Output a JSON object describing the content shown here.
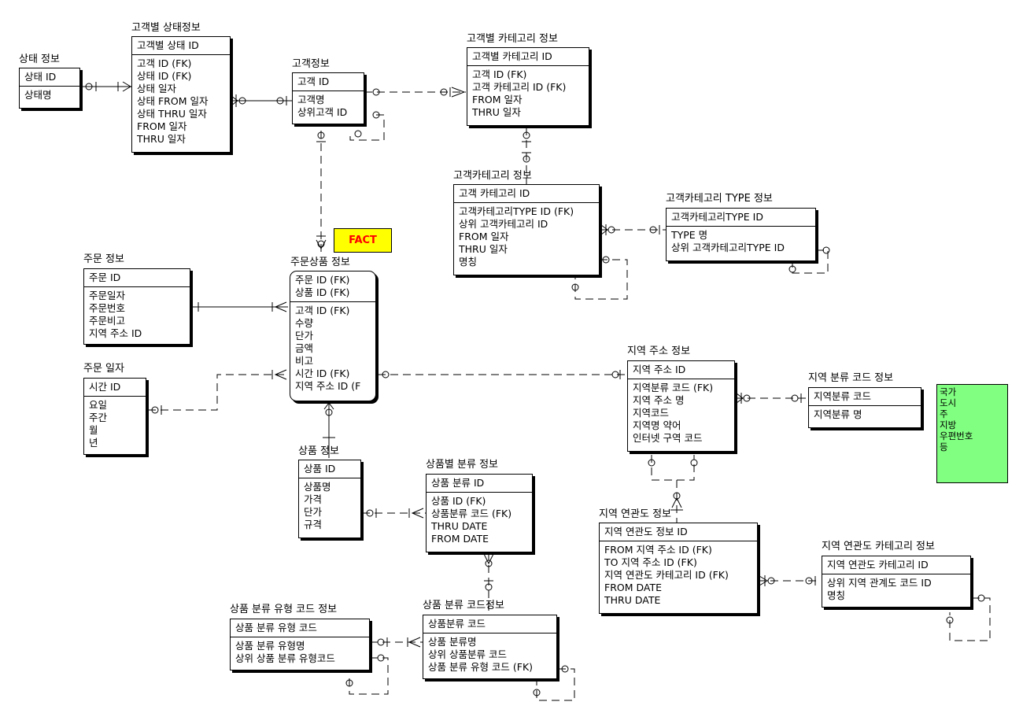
{
  "entities": [
    {
      "id": "status",
      "title": "상태 정보",
      "pk": [
        "상태 ID"
      ],
      "attrs": [
        "상태명"
      ]
    },
    {
      "id": "cust_status",
      "title": "고객별 상태정보",
      "pk": [
        "고객별 상태 ID"
      ],
      "attrs": [
        "고객 ID (FK)",
        "상태 ID (FK)",
        "상태 일자",
        "상태 FROM 일자",
        "상태 THRU 일자",
        "FROM 일자",
        "THRU 일자"
      ]
    },
    {
      "id": "customer",
      "title": "고객정보",
      "pk": [
        "고객 ID"
      ],
      "attrs": [
        "고객명",
        "상위고객 ID"
      ]
    },
    {
      "id": "cust_cat",
      "title": "고객별 카테고리 정보",
      "pk": [
        "고객별 카테고리 ID"
      ],
      "attrs": [
        "고객 ID (FK)",
        "고객 카테고리 ID (FK)",
        "FROM 일자",
        "THRU 일자"
      ]
    },
    {
      "id": "cat",
      "title": "고객카테고리 정보",
      "pk": [
        "고객 카테고리 ID"
      ],
      "attrs": [
        "고객카테고리TYPE ID (FK)",
        "상위 고객카테고리 ID",
        "FROM 일자",
        "THRU 일자",
        "명칭"
      ]
    },
    {
      "id": "cat_type",
      "title": "고객카테고리 TYPE 정보",
      "pk": [
        "고객카테고리TYPE ID"
      ],
      "attrs": [
        "TYPE 명",
        "상위 고객카테고리TYPE ID"
      ]
    },
    {
      "id": "order",
      "title": "주문 정보",
      "pk": [
        "주문 ID"
      ],
      "attrs": [
        "주문일자",
        "주문번호",
        "주문비고",
        "지역 주소 ID"
      ]
    },
    {
      "id": "order_prod",
      "title": "주문상품 정보",
      "pk": [
        "주문 ID (FK)",
        "상품 ID (FK)"
      ],
      "attrs": [
        "고객 ID (FK)",
        "수량",
        "단가",
        "금액",
        "비고",
        "시간 ID (FK)",
        "지역 주소 ID (F"
      ]
    },
    {
      "id": "order_date",
      "title": "주문 일자",
      "pk": [
        "시간 ID"
      ],
      "attrs": [
        "요일",
        "주간",
        "월",
        "년"
      ]
    },
    {
      "id": "product",
      "title": "상품 정보",
      "pk": [
        "상품 ID"
      ],
      "attrs": [
        "상품명",
        "가격",
        "단가",
        "규격"
      ]
    },
    {
      "id": "prod_class",
      "title": "상품별 분류 정보",
      "pk": [
        "상품 분류 ID"
      ],
      "attrs": [
        "상품 ID (FK)",
        "상품분류 코드 (FK)",
        "THRU DATE",
        "FROM DATE"
      ]
    },
    {
      "id": "prod_code",
      "title": "상품 분류 코드정보",
      "pk": [
        "상품분류 코드"
      ],
      "attrs": [
        "상품 분류명",
        "상위 상품분류 코드",
        "상품 분류 유형 코드 (FK)"
      ]
    },
    {
      "id": "prod_type",
      "title": "상품 분류 유형 코드 정보",
      "pk": [
        "상품 분류 유형 코드"
      ],
      "attrs": [
        "상품 분류 유형명",
        "상위 상품 분류 유형코드"
      ]
    },
    {
      "id": "region",
      "title": "지역 주소 정보",
      "pk": [
        "지역 주소 ID"
      ],
      "attrs": [
        "지역분류 코드 (FK)",
        "지역 주소 명",
        "지역코드",
        "지역명 약어",
        "인터넷 구역 코드"
      ]
    },
    {
      "id": "region_class",
      "title": "지역 분류 코드 정보",
      "pk": [
        "지역분류 코드"
      ],
      "attrs": [
        "지역분류 명"
      ]
    },
    {
      "id": "region_rel",
      "title": "지역 연관도 정보",
      "pk": [
        "지역 연관도 정보 ID"
      ],
      "attrs": [
        "FROM 지역 주소 ID (FK)",
        "TO 지역 주소 ID (FK)",
        "지역 연관도 카테고리  ID (FK)",
        "FROM DATE",
        "THRU DATE"
      ]
    },
    {
      "id": "region_rel_cat",
      "title": "지역 연관도 카테고리 정보",
      "pk": [
        "지역 연관도 카테고리 ID"
      ],
      "attrs": [
        "상위 지역 관계도 코드 ID",
        "명칭"
      ]
    }
  ],
  "fact_label": "FACT",
  "region_levels": [
    "국가",
    "도시",
    "주",
    "지방",
    "우편번호",
    "등"
  ],
  "colors": {
    "fact_bg": "#ffff00",
    "fact_text": "#ff0000",
    "levels_bg": "#80ff80"
  }
}
